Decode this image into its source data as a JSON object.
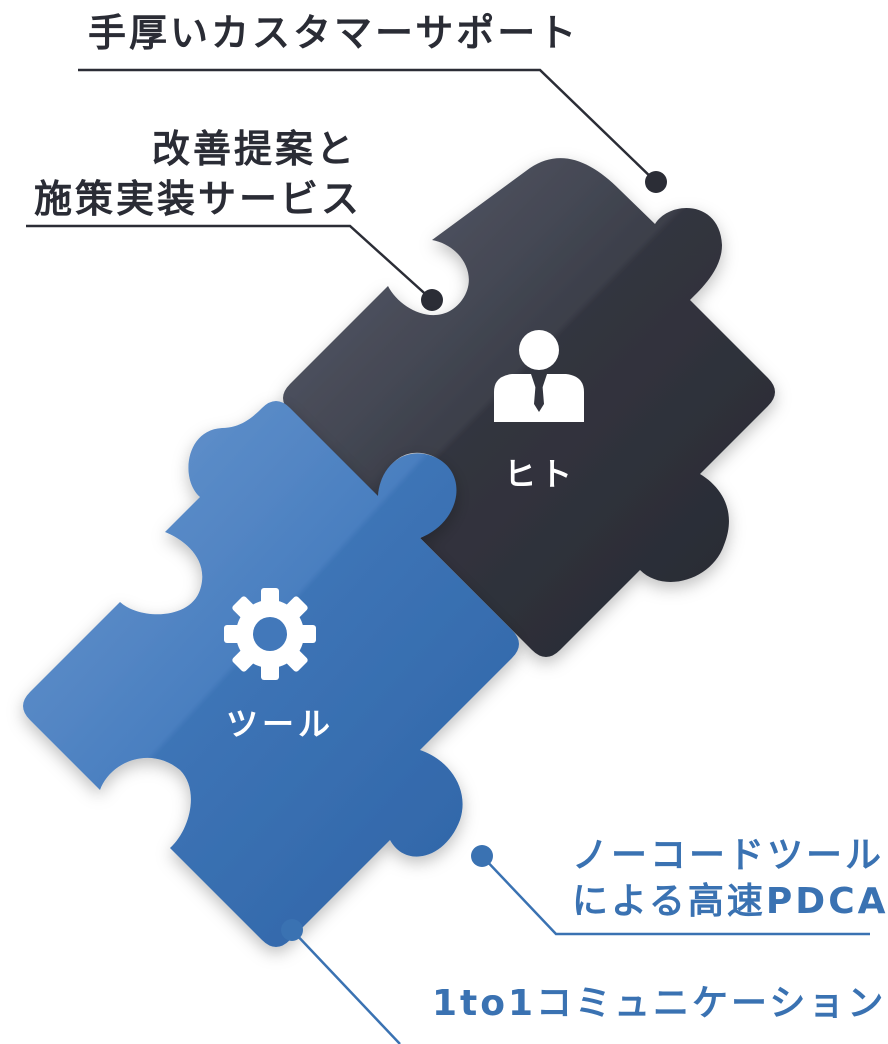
{
  "labels": {
    "support": "手厚いカスタマーサポート",
    "proposal_line1": "改善提案と",
    "proposal_line2": "施策実装サービス",
    "nocode_line1": "ノーコードツール",
    "nocode_line2": "による高速PDCA",
    "communication": "1to1コミュニケーション"
  },
  "pieces": {
    "hito": {
      "label": "ヒト",
      "icon": "person-icon",
      "color": "#2e3039"
    },
    "tool": {
      "label": "ツール",
      "icon": "gear-icon",
      "color": "#3a73b5"
    }
  },
  "colors": {
    "dark_text": "#2a2c35",
    "blue_text": "#3a72b2",
    "leader_dark": "#2b2d36",
    "leader_blue": "#3a72b2"
  }
}
